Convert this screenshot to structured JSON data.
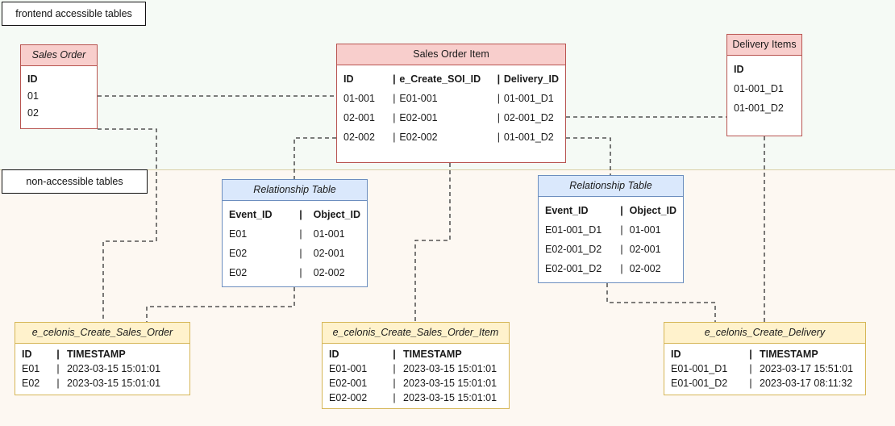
{
  "regions": {
    "frontend_label": "frontend accessible tables",
    "nonaccessible_label": "non-accessible tables"
  },
  "colors": {
    "accessible_fill": "#f8cecc",
    "accessible_stroke": "#b85450",
    "relationship_fill": "#dae8fc",
    "relationship_stroke": "#6c8ebf",
    "event_fill": "#fff2cc",
    "event_stroke": "#d6b656",
    "region_top_bg": "#f5faf5",
    "region_bottom_bg": "#fdf8f2",
    "connector": "#333333"
  },
  "tables": {
    "sales_order": {
      "title": "Sales Order",
      "headers": [
        "ID"
      ],
      "rows": [
        [
          "01"
        ],
        [
          "02"
        ]
      ]
    },
    "sales_order_item": {
      "title": "Sales Order Item",
      "headers": [
        "ID",
        "|",
        "e_Create_SOI_ID",
        "|",
        "Delivery_ID"
      ],
      "rows": [
        [
          "01-001",
          "|",
          "E01-001",
          "|",
          "01-001_D1"
        ],
        [
          "02-001",
          "|",
          "E02-001",
          "|",
          "02-001_D2"
        ],
        [
          "02-002",
          "|",
          "E02-002",
          "|",
          "01-001_D2"
        ]
      ]
    },
    "delivery_items": {
      "title": "Delivery Items",
      "headers": [
        "ID"
      ],
      "rows": [
        [
          "01-001_D1"
        ],
        [
          "01-001_D2"
        ]
      ]
    },
    "relationship_1": {
      "title": "Relationship Table",
      "headers": [
        "Event_ID",
        "|",
        "Object_ID"
      ],
      "rows": [
        [
          "E01",
          "|",
          "01-001"
        ],
        [
          "E02",
          "|",
          "02-001"
        ],
        [
          "E02",
          "|",
          "02-002"
        ]
      ]
    },
    "relationship_2": {
      "title": "Relationship Table",
      "headers": [
        "Event_ID",
        "|",
        "Object_ID"
      ],
      "rows": [
        [
          "E01-001_D1",
          "|",
          "01-001"
        ],
        [
          "E02-001_D2",
          "|",
          "02-001"
        ],
        [
          "E02-001_D2",
          "|",
          "02-002"
        ]
      ]
    },
    "event_create_sales_order": {
      "title": "e_celonis_Create_Sales_Order",
      "headers": [
        "ID",
        "|",
        "TIMESTAMP"
      ],
      "rows": [
        [
          "E01",
          "|",
          "2023-03-15 15:01:01"
        ],
        [
          "E02",
          "|",
          "2023-03-15 15:01:01"
        ]
      ]
    },
    "event_create_sales_order_item": {
      "title": "e_celonis_Create_Sales_Order_Item",
      "headers": [
        "ID",
        "|",
        "TIMESTAMP"
      ],
      "rows": [
        [
          "E01-001",
          "|",
          "2023-03-15 15:01:01"
        ],
        [
          "E02-001",
          "|",
          "2023-03-15 15:01:01"
        ],
        [
          "E02-002",
          "|",
          "2023-03-15 15:01:01"
        ]
      ]
    },
    "event_create_delivery": {
      "title": "e_celonis_Create_Delivery",
      "headers": [
        "ID",
        "|",
        "TIMESTAMP"
      ],
      "rows": [
        [
          "E01-001_D1",
          "|",
          "2023-03-17 15:51:01"
        ],
        [
          "E01-001_D2",
          "|",
          "2023-03-17 08:11:32"
        ]
      ]
    }
  }
}
